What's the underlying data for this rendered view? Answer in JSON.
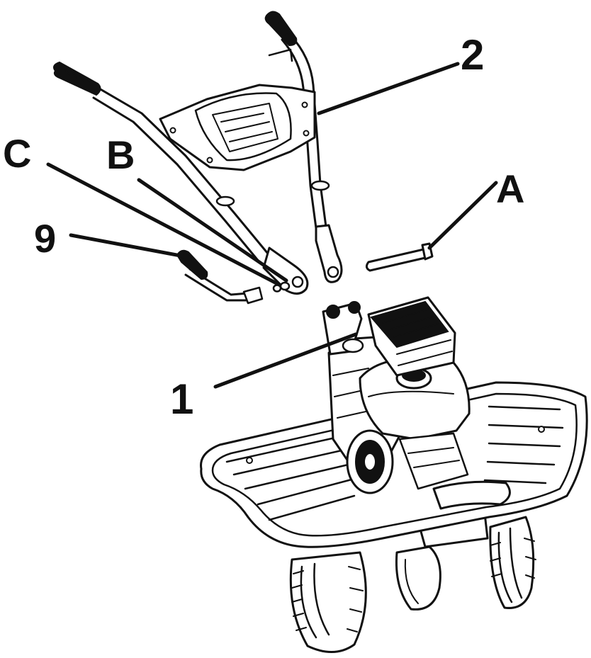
{
  "callouts": {
    "one": "1",
    "two": "2",
    "a": "A",
    "b": "B",
    "c": "C",
    "nine": "9"
  },
  "colors": {
    "ink": "#111111",
    "paper": "#ffffff"
  }
}
